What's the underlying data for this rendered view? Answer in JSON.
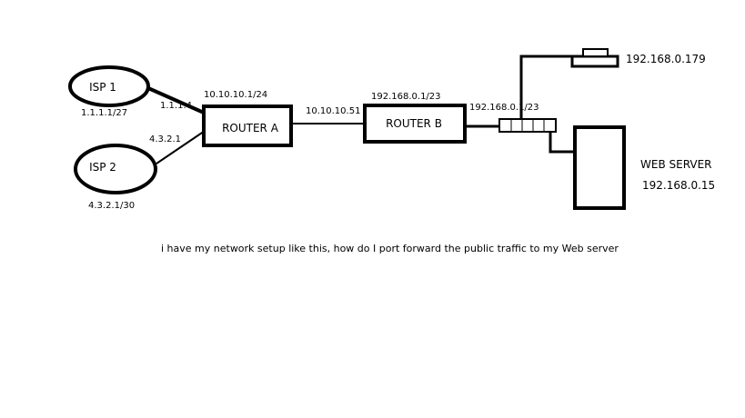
{
  "nodes": {
    "isp1": {
      "label": "ISP 1",
      "address": "1.1.1.1/27"
    },
    "isp2": {
      "label": "ISP 2",
      "address": "4.3.2.1/30"
    },
    "router_a": {
      "label": "ROUTER A",
      "lan_address": "10.10.10.1/24"
    },
    "router_b": {
      "label": "ROUTER B",
      "wan_address": "10.10.10.51",
      "lan_address": "192.168.0.1/23"
    },
    "switch_lan": {
      "address": "192.168.0.1/23"
    },
    "pc": {
      "address": "192.168.0.179"
    },
    "web_server": {
      "label": "WEB SERVER",
      "address": "192.168.0.15"
    }
  },
  "links": {
    "isp1_router_a": {
      "label": "1.1.1.4"
    },
    "isp2_router_a": {
      "label": "4.3.2.1"
    }
  },
  "caption": "i have my network setup like this, how do I port forward the public traffic to my Web server",
  "colors": {
    "stroke": "#000000",
    "background": "#ffffff"
  }
}
